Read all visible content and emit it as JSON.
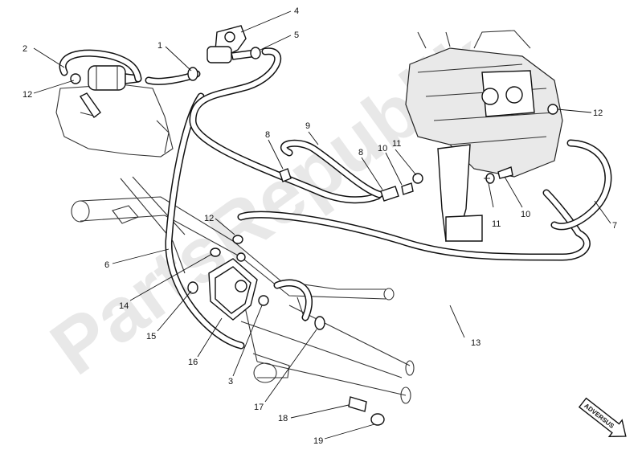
{
  "watermark": "PartsRepublik",
  "direction_label": "ADVERSUS",
  "callouts": {
    "c1": "1",
    "c2": "2",
    "c3": "3",
    "c4": "4",
    "c5": "5",
    "c6": "6",
    "c7": "7",
    "c8a": "8",
    "c8b": "8",
    "c9": "9",
    "c10a": "10",
    "c10b": "10",
    "c11a": "11",
    "c11b": "11",
    "c12a": "12",
    "c12b": "12",
    "c12c": "12",
    "c13": "13",
    "c14": "14",
    "c15": "15",
    "c16": "16",
    "c17": "17",
    "c18": "18",
    "c19": "19"
  },
  "colors": {
    "line": "#111111",
    "watermark": "#d6d6d6",
    "background": "#ffffff"
  }
}
